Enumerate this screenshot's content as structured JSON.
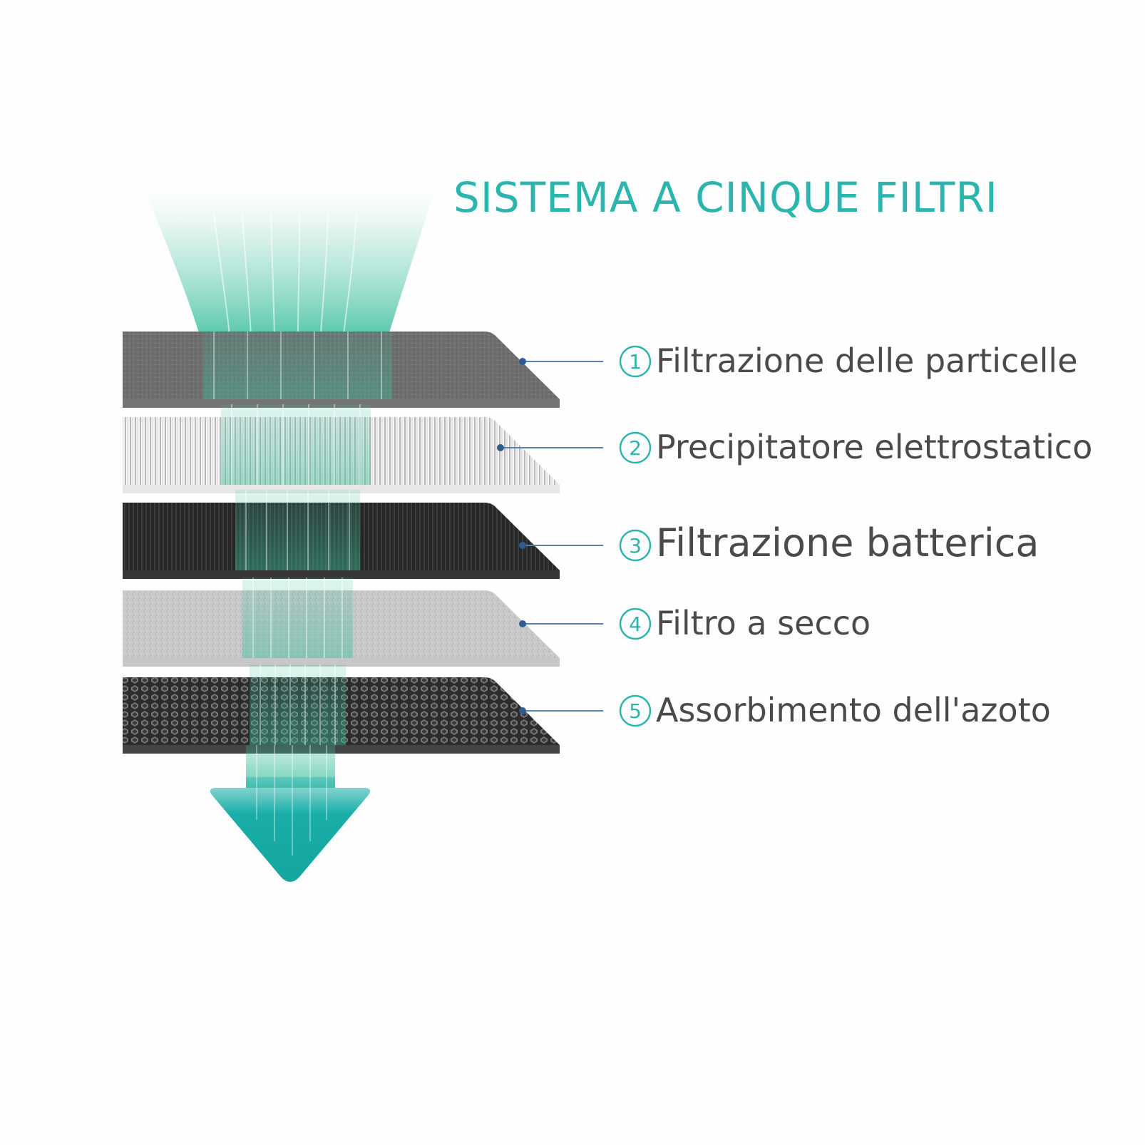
{
  "title": "SISTEMA A CINQUE FILTRI",
  "colors": {
    "accent": "#2bb5ae",
    "airflow": "#3dbf9e",
    "arrow": "#1aaea8",
    "leader_line": "#5b7fa8",
    "leader_dot": "#2e5b91",
    "label_text": "#4a4a4a"
  },
  "layers": [
    {
      "number": "1",
      "label": "Filtrazione delle particelle",
      "material": "gray-felt",
      "color": "#6d6d6d"
    },
    {
      "number": "2",
      "label": "Precipitatore elettrostatico",
      "material": "white-pleated",
      "color": "#e6e6e6"
    },
    {
      "number": "3",
      "label": "Filtrazione batterica",
      "material": "black-ribbed",
      "color": "#2b2b2b"
    },
    {
      "number": "4",
      "label": "Filtro a secco",
      "material": "light-gray-speckled",
      "color": "#c4c4c4"
    },
    {
      "number": "5",
      "label": "Assorbimento dell'azoto",
      "material": "black-honeycomb",
      "color": "#3a3a3a"
    }
  ],
  "icons": {
    "flow_direction": "arrow-down-icon"
  }
}
